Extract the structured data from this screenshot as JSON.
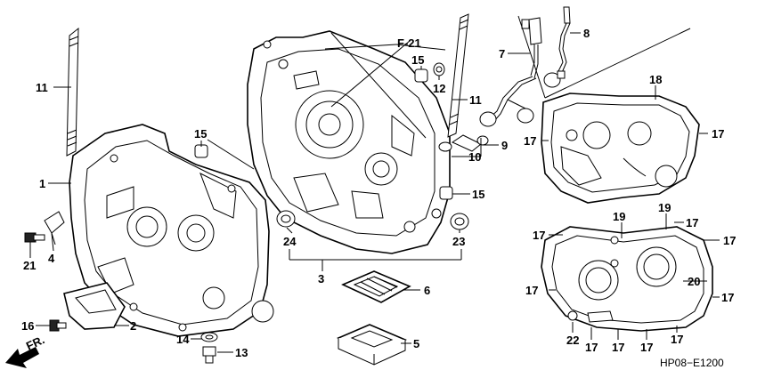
{
  "diagram": {
    "ref_code": "F-21",
    "front_marker": "FR.",
    "figure_code": "HP08−E1200",
    "callouts": {
      "c1": "1",
      "c2": "2",
      "c3": "3",
      "c4": "4",
      "c5": "5",
      "c6": "6",
      "c7": "7",
      "c8": "8",
      "c9": "9",
      "c10": "10",
      "c11a": "11",
      "c11b": "11",
      "c12": "12",
      "c13": "13",
      "c14": "14",
      "c15a": "15",
      "c15b": "15",
      "c15c": "15",
      "c16": "16",
      "c17a": "17",
      "c17b": "17",
      "c17c": "17",
      "c17d": "17",
      "c17e": "17",
      "c17f": "17",
      "c17g": "17",
      "c17h": "17",
      "c17i": "17",
      "c17j": "17",
      "c17k": "17",
      "c18": "18",
      "c19a": "19",
      "c19b": "19",
      "c20": "20",
      "c21": "21",
      "c22": "22",
      "c23": "23",
      "c24": "24"
    }
  }
}
